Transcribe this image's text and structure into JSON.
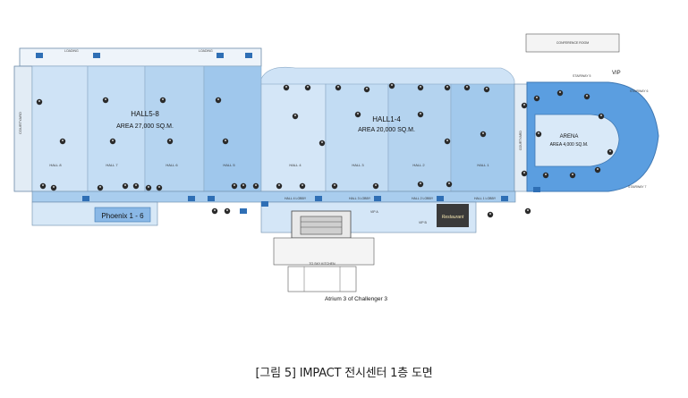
{
  "caption": "[그림 5] IMPACT 전시센터 1층 도면",
  "colors": {
    "hall_light": "#d6e8f8",
    "hall_mid": "#b9d7f2",
    "hall_dark": "#8fbfe8",
    "arena": "#5b9ee0",
    "arena_inner": "#d9e9f8",
    "corridor": "#a9cdee",
    "outline": "#6b8aa8",
    "icon_dark": "#2a2a2a",
    "icon_blue": "#2f6fb5",
    "phoenix": "#8ab8e6",
    "restaurant": "#3a3a3a"
  },
  "labels": {
    "halls_5_8_title": "HALL5-8",
    "halls_5_8_area": "AREA 27,000 SQ.M.",
    "halls_1_4_title": "HALL1-4",
    "halls_1_4_area": "AREA 20,000 SQ.M.",
    "arena_title": "ARENA",
    "arena_area": "AREA 4,000 SQ.M.",
    "phoenix": "Phoenix 1 - 6",
    "atrium": "Atrium 3 of Challenger 3",
    "vip": "VIP",
    "conference_room": "CONFERENCE ROOM",
    "loading_left": "LOADING",
    "loading_mid": "LOADING",
    "hall8": "HALL 8",
    "hall7": "HALL 7",
    "hall6": "HALL 6",
    "hall5": "HALL 5",
    "hall4": "HALL 4",
    "hall3": "HALL 3",
    "hall2": "HALL 2",
    "hall1": "HALL 1",
    "hall4_lobby": "HALL 4 LOBBY",
    "hall3_lobby": "HALL 3 LOBBY",
    "hall2_lobby": "HALL 2 LOBBY",
    "hall1_lobby": "HALL 1 LOBBY",
    "courtyard_left": "COURTYARD",
    "courtyard_right": "COURTYARD",
    "restaurant": "Restaurant",
    "stairway_top": "STAIRWAY 5",
    "stairway_right": "STAIRWAY 6",
    "stairway_bottom": "STAIRWAY 7",
    "sky_kitchen": "TO SKY KITCHEN",
    "vip_a": "VIP A",
    "vip_b": "VIP B"
  }
}
